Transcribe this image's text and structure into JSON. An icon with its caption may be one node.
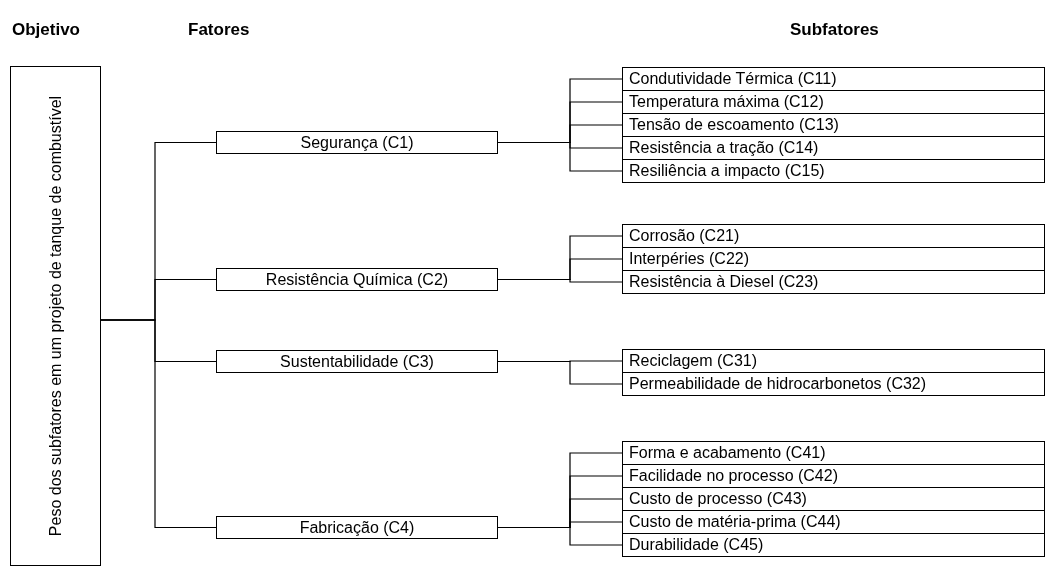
{
  "diagram": {
    "nodes": [
      {
        "text": [
          "Peso dos subfatores em um projeto de tanque de combustível"
        ]
      },
      {
        "text": [
          "Segurança (C1)"
        ]
      },
      {
        "text": [
          "Condutividade Térmica (C11)"
        ]
      },
      {
        "text": [
          "Temperatura máxima (C12)"
        ]
      },
      {
        "text": [
          "Tensão de escoamento (C13)"
        ]
      },
      {
        "text": [
          "Resistência a tração (C14)"
        ]
      },
      {
        "text": [
          "Resiliência a impacto (C15)"
        ]
      },
      {
        "text": [
          "Resistência Química (C2)"
        ]
      },
      {
        "text": [
          "Corrosão (C21)"
        ]
      },
      {
        "text": [
          "Interpéries (C22)"
        ]
      },
      {
        "text": [
          "Resistência à Diesel  (C23)"
        ]
      },
      {
        "text": [
          "Sustentabilidade (C3)"
        ]
      },
      {
        "text": [
          "Reciclagem (C31)"
        ]
      },
      {
        "text": [
          "Permeabilidade de hidrocarbonetos (C32)"
        ]
      },
      {
        "text": [
          "Fabricação (C4)"
        ]
      },
      {
        "text": [
          "Forma e acabamento (C41)"
        ]
      },
      {
        "text": [
          "Facilidade no processo (C42)"
        ]
      },
      {
        "text": [
          "Custo de processo (C43)"
        ]
      },
      {
        "text": [
          "Custo de matéria-prima (C44)"
        ]
      },
      {
        "text": [
          "Durabilidade (C45)"
        ]
      }
    ],
    "edges": [
      {
        "from": 0,
        "to": 1,
        "arrow": "none"
      },
      {
        "from": 0,
        "to": 7,
        "arrow": "none"
      },
      {
        "from": 0,
        "to": 11,
        "arrow": "none"
      },
      {
        "from": 0,
        "to": 14,
        "arrow": "none"
      },
      {
        "from": 1,
        "to": 2,
        "arrow": "none"
      },
      {
        "from": 1,
        "to": 3,
        "arrow": "none"
      },
      {
        "from": 1,
        "to": 4,
        "arrow": "none"
      },
      {
        "from": 1,
        "to": 5,
        "arrow": "none"
      },
      {
        "from": 1,
        "to": 6,
        "arrow": "none"
      },
      {
        "from": 7,
        "to": 8,
        "arrow": "none"
      },
      {
        "from": 7,
        "to": 9,
        "arrow": "none"
      },
      {
        "from": 7,
        "to": 10,
        "arrow": "none"
      },
      {
        "from": 11,
        "to": 12,
        "arrow": "none"
      },
      {
        "from": 11,
        "to": 13,
        "arrow": "none"
      },
      {
        "from": 14,
        "to": 15,
        "arrow": "none"
      },
      {
        "from": 14,
        "to": 16,
        "arrow": "none"
      },
      {
        "from": 14,
        "to": 17,
        "arrow": "none"
      },
      {
        "from": 14,
        "to": 18,
        "arrow": "none"
      },
      {
        "from": 14,
        "to": 19,
        "arrow": "none"
      }
    ],
    "labels": [
      "Objetivo",
      "Fatores",
      "Subfatores"
    ]
  }
}
